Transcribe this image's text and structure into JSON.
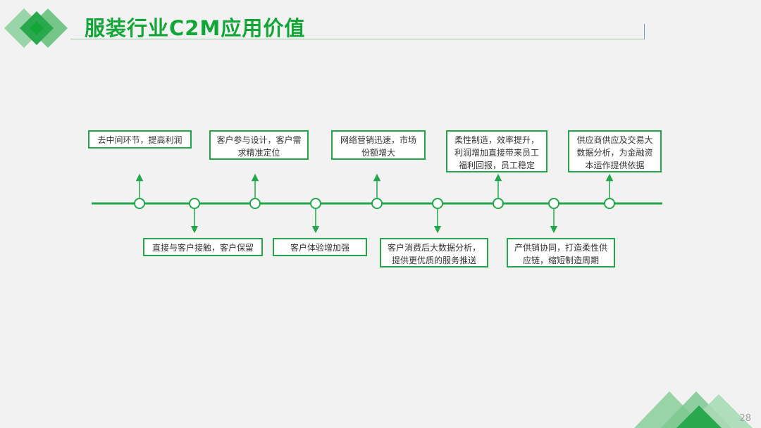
{
  "title": "服装行业C2M应用价值",
  "page_number": "28",
  "colors": {
    "accent": "#13a538",
    "line": "#21a74a",
    "light_green": "#8fd0a0"
  },
  "top_boxes": [
    {
      "text": "去中间环节，提高利润"
    },
    {
      "text": "客户参与设计，客户需求精准定位"
    },
    {
      "text": "网络营销迅速，市场份额增大"
    },
    {
      "text": "柔性制造，效率提升，利润增加直接带来员工福利回报，员工稳定"
    },
    {
      "text": "供应商供应及交易大数据分析，为金融资本运作提供依据"
    }
  ],
  "bottom_boxes": [
    {
      "text": "直接与客户接触，客户保留"
    },
    {
      "text": "客户体验增加强"
    },
    {
      "text": "客户消费后大数据分析，提供更优质的服务推送"
    },
    {
      "text": "产供销协同，打造柔性供应链，缩短制造周期"
    }
  ]
}
